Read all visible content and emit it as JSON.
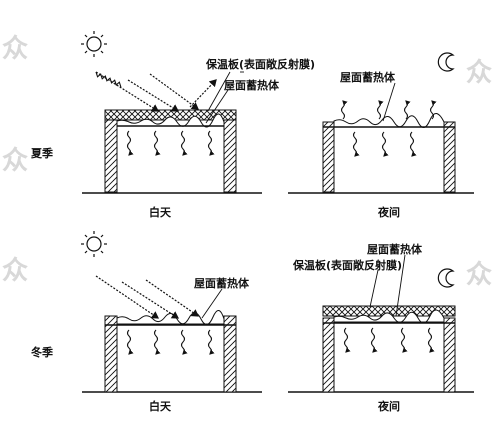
{
  "watermark": {
    "text": "众"
  },
  "labels": {
    "summer": "夏季",
    "winter": "冬季",
    "day": "白天",
    "night": "夜间",
    "insulation_board": "保温板(表面敞反射膜)",
    "thermal_mass": "屋面蓄热体"
  },
  "colors": {
    "ink": "#111111",
    "watermark": "#d8d8d8",
    "background": "#ffffff"
  },
  "icons": [
    "sun-icon",
    "moon-icon",
    "heat-wave-arrow-icon",
    "sunray-arrow-icon"
  ]
}
